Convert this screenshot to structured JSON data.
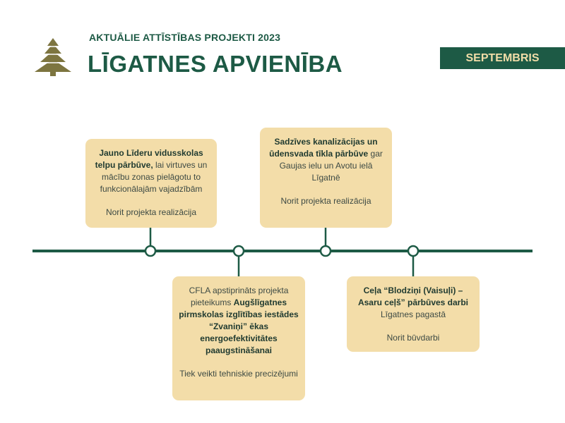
{
  "header": {
    "subtitle": "AKTUĀLIE ATTĪSTĪBAS PROJEKTI 2023",
    "title": "LĪGATNES APVIENĪBA",
    "month": "SEPTEMBRIS",
    "logo_icon": "pine-tree-icon"
  },
  "colors": {
    "primary_green": "#1d5a45",
    "card_beige": "#f3dda9",
    "logo_olive": "#7d7540",
    "month_text": "#f1dda8"
  },
  "projects": [
    {
      "title": "Jauno Līderu vidusskolas telpu pārbūve,",
      "description": " lai virtuves un mācību zonas pielāgotu to funkcionālajām vajadzībām",
      "status": "Norit projekta realizācija"
    },
    {
      "title": "Sadzīves kanalizācijas un ūdensvada tīkla pārbūve",
      "description": " gar Gaujas ielu un Avotu ielā Līgatnē",
      "status": "Norit projekta realizācija"
    },
    {
      "prefix": "CFLA apstiprināts projekta pieteikums ",
      "title": "Augšlīgatnes pirmskolas izglītības iestādes “Zvaniņi” ēkas energoefektivitātes paaugstināšanai",
      "status": "Tiek veikti tehniskie precizējumi"
    },
    {
      "title": "Ceļa “Blodziņi (Vaisuļi) – Asaru ceļš” pārbūves darbi",
      "description": " Līgatnes pagastā",
      "status": "Norit būvdarbi"
    }
  ]
}
